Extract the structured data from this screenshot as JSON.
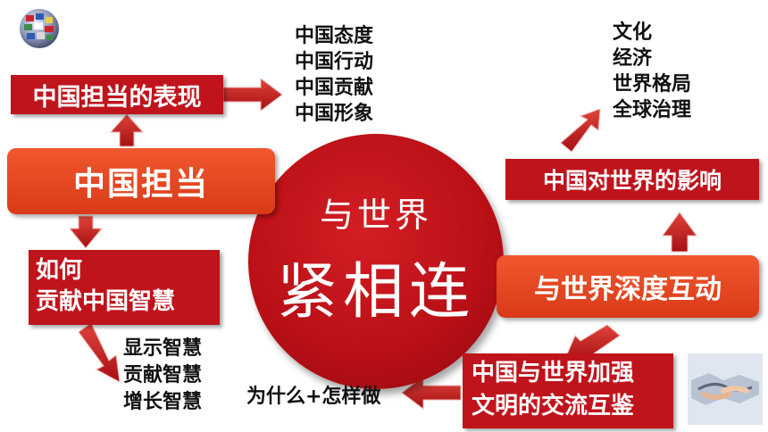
{
  "center": {
    "line1": "与世界",
    "line2": "紧相连"
  },
  "left": {
    "header": "中国担当的表现",
    "main": "中国担当",
    "list": [
      "中国态度",
      "中国行动",
      "中国贡献",
      "中国形象"
    ],
    "box2_line1": "如何",
    "box2_line2": "贡献中国智慧",
    "list2": [
      "显示智慧",
      "贡献智慧",
      "增长智慧"
    ]
  },
  "right": {
    "header": "中国对世界的影响",
    "main": "与世界深度互动",
    "list": [
      "文化",
      "经济",
      "世界格局",
      "全球治理"
    ],
    "box2_line1": "中国与世界加强",
    "box2_line2": "文明的交流互鉴"
  },
  "bottom_text": "为什么+怎样做",
  "colors": {
    "red": "#c0141c",
    "orange": "#e6492a",
    "circle": "#b80f16"
  },
  "icons": {
    "globe": "globe-flags-icon",
    "handshake": "handshake-icon"
  }
}
